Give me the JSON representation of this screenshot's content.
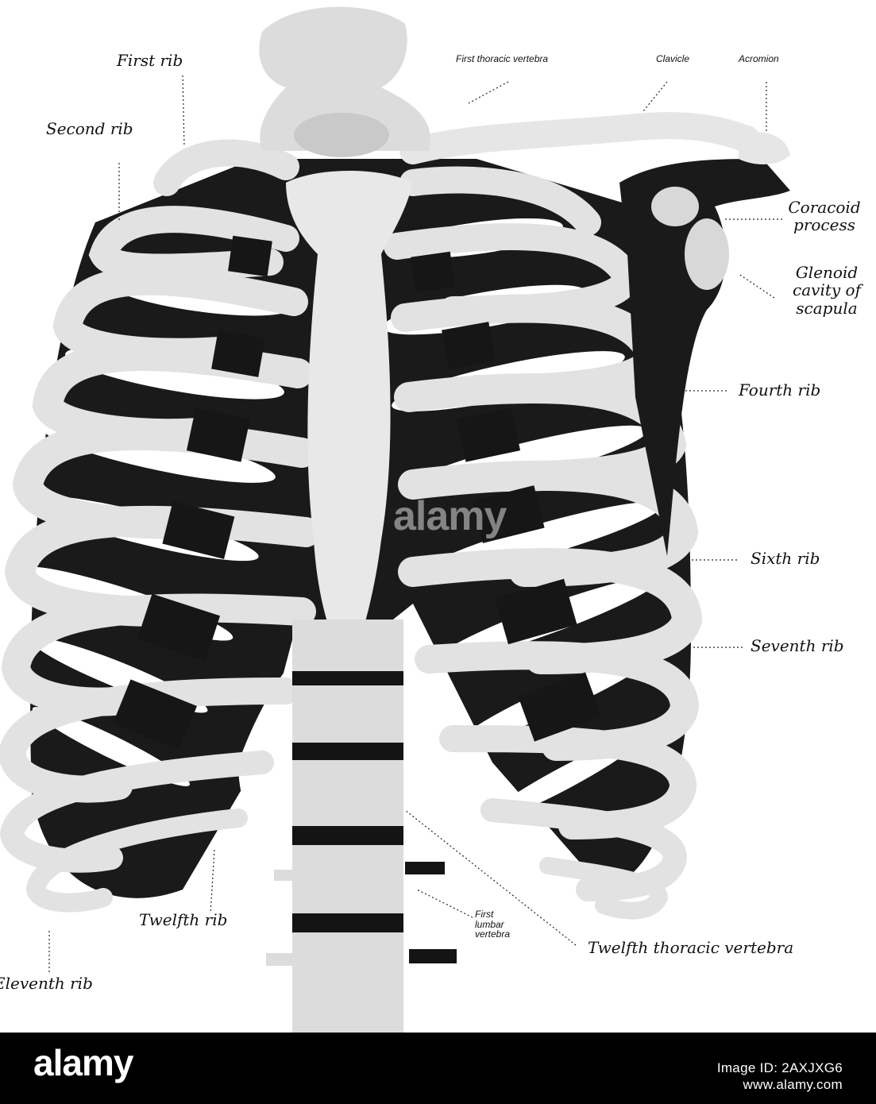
{
  "labels": {
    "first_rib": "First rib",
    "second_rib": "Second rib",
    "first_thoracic_vertebra": "First thoracic vertebra",
    "clavicle": "Clavicle",
    "acromion": "Acromion",
    "coracoid_process": "Coracoid process",
    "glenoid_cavity": "Glenoid cavity of scapula",
    "fourth_rib": "Fourth rib",
    "sixth_rib": "Sixth rib",
    "seventh_rib": "Seventh rib",
    "twelfth_rib": "Twelfth rib",
    "first_lumbar_vertebra": "First lumbar vertebra",
    "twelfth_thoracic_vertebra": "Twelfth thoracic vertebra",
    "eleventh_rib": "Eleventh rib"
  },
  "watermark": {
    "brand": "alamy",
    "image_id": "Image ID: 2AXJXG6",
    "site": "www.alamy.com"
  },
  "colors": {
    "bone": "#e4e4e4",
    "shadow": "#111111",
    "footer_bg": "#000000",
    "footer_text": "#ffffff"
  }
}
